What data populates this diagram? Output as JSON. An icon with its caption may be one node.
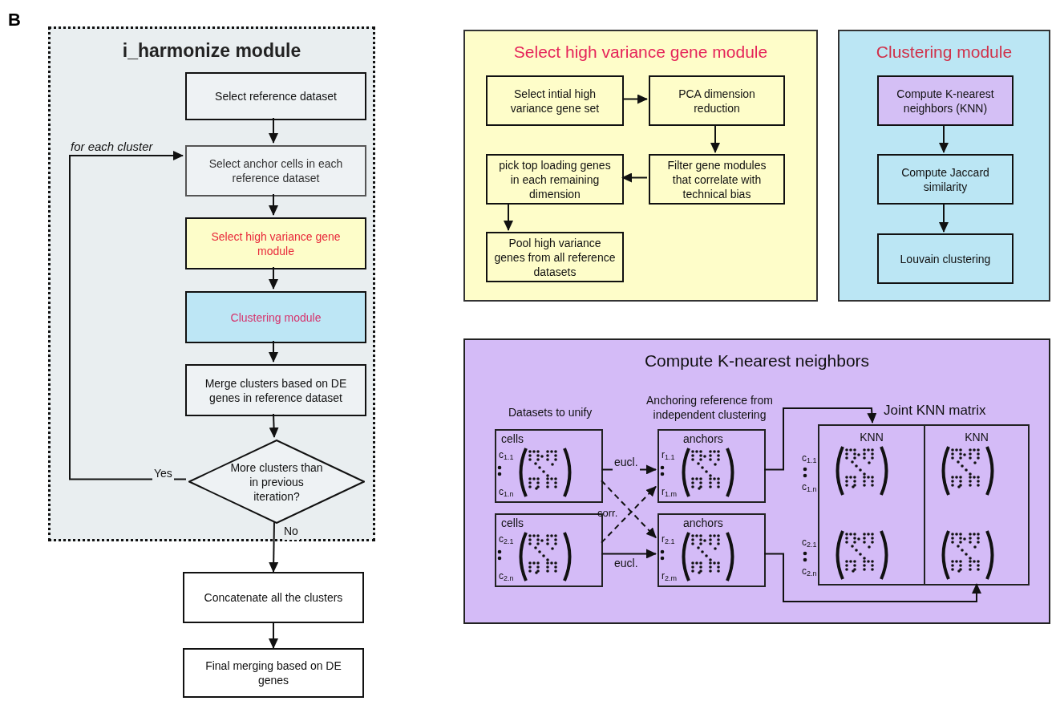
{
  "diagram": {
    "nodes": [
      {
        "text": [
          "i_harmonize module"
        ]
      },
      {
        "text": [
          "Select reference dataset"
        ],
        "in": 0
      },
      {
        "text": [
          "Select anchor cells in each reference dataset"
        ],
        "in": 0
      },
      {
        "text": [
          "Select high variance gene module"
        ],
        "in": 0
      },
      {
        "text": [
          "Clustering module"
        ],
        "in": 0
      },
      {
        "text": [
          "Merge clusters based on DE genes in reference dataset"
        ],
        "in": 0
      },
      {
        "text": [
          "More clusters than in previous iteration?"
        ],
        "in": 0
      },
      {
        "text": [
          "Concatenate all the clusters"
        ]
      },
      {
        "text": [
          "Final merging based on DE genes"
        ]
      },
      {
        "text": [
          "Select high variance gene module"
        ]
      },
      {
        "text": [
          "Select intial high variance gene set"
        ],
        "in": 9
      },
      {
        "text": [
          "PCA dimension reduction"
        ],
        "in": 9
      },
      {
        "text": [
          "Filter gene modules that correlate with technical bias"
        ],
        "in": 9
      },
      {
        "text": [
          "pick top loading genes in each remaining dimension"
        ],
        "in": 9
      },
      {
        "text": [
          "Pool high variance genes from all reference datasets"
        ],
        "in": 9
      },
      {
        "text": [
          "Clustering module"
        ]
      },
      {
        "text": [
          "Compute K-nearest neighbors (KNN)"
        ],
        "in": 15
      },
      {
        "text": [
          "Compute Jaccard similarity"
        ],
        "in": 15
      },
      {
        "text": [
          "Louvain clustering"
        ],
        "in": 15
      },
      {
        "text": [
          "Compute K-nearest neighbors"
        ]
      },
      {
        "text": [
          "cells"
        ],
        "in": 19
      },
      {
        "text": [
          "cells"
        ],
        "in": 19
      },
      {
        "text": [
          "anchors"
        ],
        "in": 19
      },
      {
        "text": [
          "anchors"
        ],
        "in": 19
      },
      {
        "text": [
          "Joint KNN matrix"
        ],
        "in": 19
      },
      {
        "text": [
          "KNN"
        ],
        "in": 24,
        "beside": [
          "c$_{1.1}$",
          "c$_{1.n}$",
          "c$_{2.1}$",
          "c$_{2.n}$"
        ]
      },
      {
        "text": [
          "KNN"
        ],
        "in": 24
      }
    ],
    "edges": [
      {
        "from": 1,
        "to": 2,
        "arrow": "to"
      },
      {
        "from": 2,
        "to": 3,
        "arrow": "to"
      },
      {
        "from": 3,
        "to": 4,
        "arrow": "to"
      },
      {
        "from": 4,
        "to": 5,
        "arrow": "to"
      },
      {
        "from": 5,
        "to": 6,
        "arrow": "to"
      },
      {
        "from": 6,
        "to": 2,
        "arrow": "to",
        "label": "Yes"
      },
      {
        "from": 6,
        "to": 7,
        "arrow": "to",
        "label": "No"
      },
      {
        "from": 7,
        "to": 8,
        "arrow": "to"
      },
      {
        "from": 10,
        "to": 11,
        "arrow": "to"
      },
      {
        "from": 11,
        "to": 12,
        "arrow": "to"
      },
      {
        "from": 12,
        "to": 13,
        "arrow": "to"
      },
      {
        "from": 13,
        "to": 14,
        "arrow": "to"
      },
      {
        "from": 16,
        "to": 17,
        "arrow": "to"
      },
      {
        "from": 17,
        "to": 18,
        "arrow": "to"
      },
      {
        "from": 20,
        "to": 22,
        "arrow": "to",
        "label": "eucl."
      },
      {
        "from": 20,
        "to": 23,
        "arrow": "to",
        "style": "dashed"
      },
      {
        "from": 21,
        "to": 22,
        "arrow": "to",
        "style": "dashed"
      },
      {
        "from": 21,
        "to": 23,
        "arrow": "to",
        "label": "eucl."
      },
      {
        "from": 22,
        "to": 25,
        "arrow": "to"
      },
      {
        "from": 23,
        "to": 26,
        "arrow": "to"
      }
    ],
    "labels": [
      "B",
      "for each cluster",
      "Datasets to unify",
      "Anchoring reference from independent clustering",
      "corr.",
      "c$_{1.1}$",
      "c$_{1.n}$",
      "c$_{2.1}$",
      "c$_{2.n}$",
      "r$_{1.1}$",
      "r$_{1.m}$",
      "r$_{2.1}$",
      "r$_{2.m}$"
    ]
  }
}
